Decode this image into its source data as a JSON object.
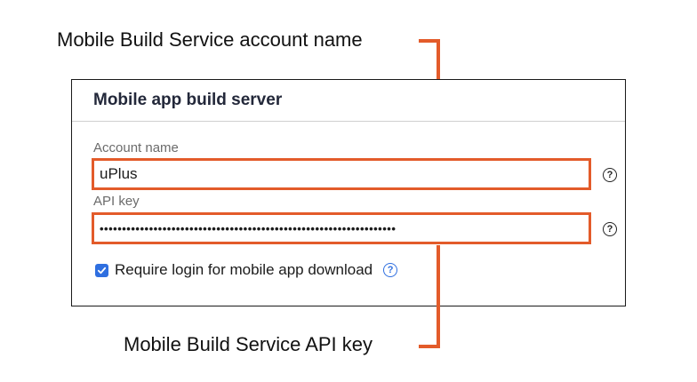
{
  "callouts": {
    "account_name": "Mobile Build Service account name",
    "api_key": "Mobile Build Service API key"
  },
  "panel": {
    "title": "Mobile app build server",
    "account_name": {
      "label": "Account name",
      "value": "uPlus",
      "help_icon": "question-circle-icon"
    },
    "api_key": {
      "label": "API key",
      "value": "••••••••••••••••••••••••••••••••••••••••••••••••••••••••••••••••••",
      "help_icon": "question-circle-icon"
    },
    "require_login": {
      "label": "Require login for mobile app download",
      "checked": true,
      "help_icon": "question-circle-icon"
    },
    "help_glyph": "?"
  },
  "colors": {
    "highlight": "#e35b2a",
    "accent": "#2f6fe0",
    "title": "#23283a"
  }
}
